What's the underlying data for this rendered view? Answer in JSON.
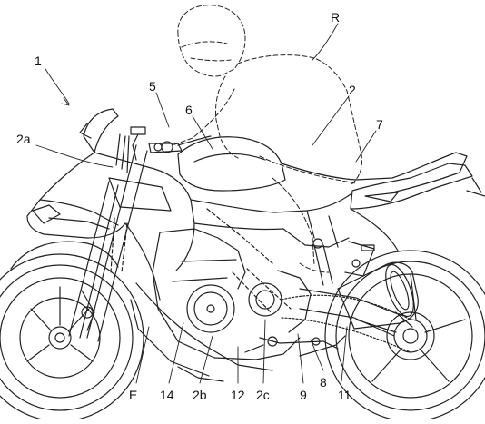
{
  "figure": {
    "labels": {
      "l_1": "1",
      "l_R": "R",
      "l_5": "5",
      "l_6": "6",
      "l_2": "2",
      "l_7": "7",
      "l_2a": "2a",
      "l_E": "E",
      "l_14": "14",
      "l_2b": "2b",
      "l_12": "12",
      "l_2c": "2c",
      "l_9": "9",
      "l_8": "8",
      "l_11": "11"
    }
  },
  "colors": {
    "line": "#222222",
    "background": "#ffffff"
  }
}
